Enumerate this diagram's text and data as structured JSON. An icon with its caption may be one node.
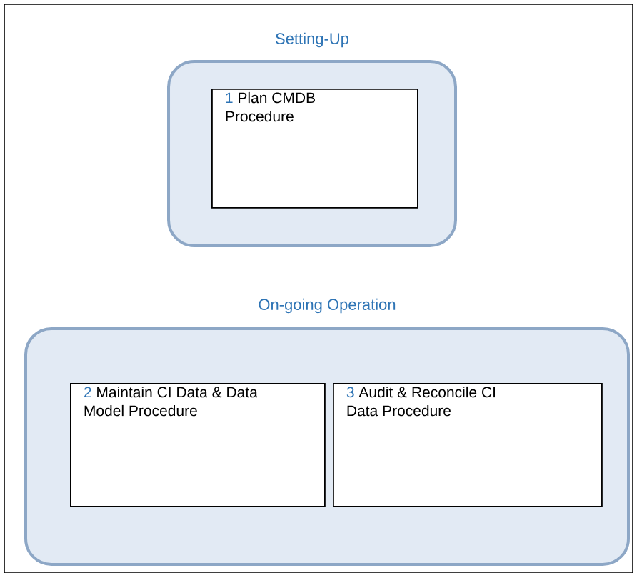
{
  "diagram": {
    "nodes": [
      {
        "text": [
          "Setting-Up"
        ]
      },
      {
        "text": [
          "1",
          "Plan CMDB Procedure"
        ],
        "in": 0
      },
      {
        "text": [
          "On-going Operation"
        ]
      },
      {
        "text": [
          "2",
          "Maintain CI Data & Data Model Procedure"
        ],
        "in": 2
      },
      {
        "text": [
          "3",
          "Audit & Reconcile CI Data Procedure"
        ],
        "in": 2
      }
    ]
  }
}
